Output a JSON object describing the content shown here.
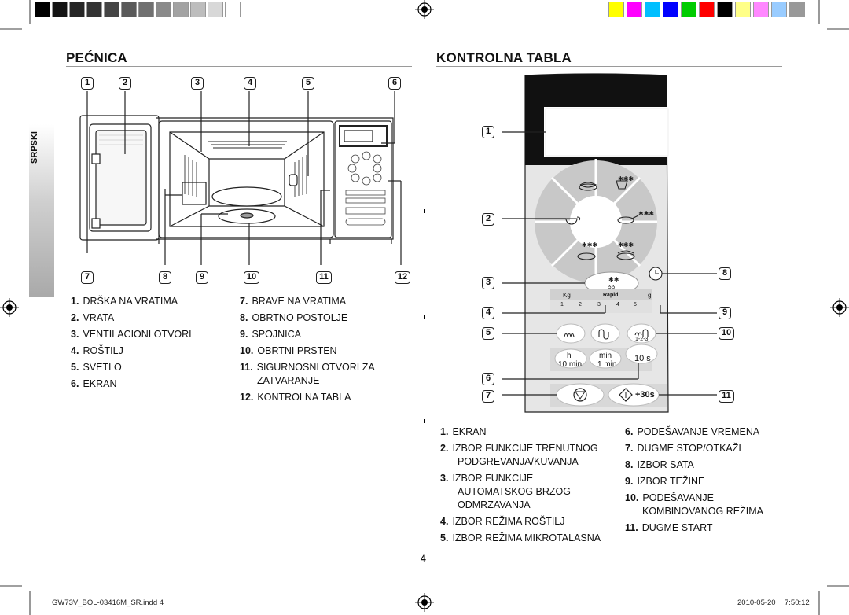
{
  "color_bar_left": [
    "#000000",
    "#141414",
    "#262626",
    "#333333",
    "#454545",
    "#5a5a5a",
    "#707070",
    "#8a8a8a",
    "#a3a3a3",
    "#bdbdbd",
    "#d8d8d8",
    "#ffffff"
  ],
  "color_bar_right": [
    "#ffff00",
    "#ff00ff",
    "#00bfff",
    "#0000ff",
    "#00cc00",
    "#ff0000",
    "#000000",
    "#ffff88",
    "#ff88ff",
    "#99ccff",
    "#999999"
  ],
  "left": {
    "title": "PEĆNICA",
    "top_callouts": [
      "1",
      "2",
      "3",
      "4",
      "5",
      "6"
    ],
    "bottom_callouts": [
      "7",
      "8",
      "9",
      "10",
      "11",
      "12"
    ],
    "legend_col1": [
      {
        "num": "1.",
        "text": "DRŠKA NA VRATIMA"
      },
      {
        "num": "2.",
        "text": "VRATA"
      },
      {
        "num": "3.",
        "text": "VENTILACIONI OTVORI"
      },
      {
        "num": "4.",
        "text": "ROŠTILJ"
      },
      {
        "num": "5.",
        "text": "SVETLO"
      },
      {
        "num": "6.",
        "text": "EKRAN"
      }
    ],
    "legend_col2": [
      {
        "num": "7.",
        "text": "BRAVE NA VRATIMA"
      },
      {
        "num": "8.",
        "text": "OBRTNO POSTOLJE"
      },
      {
        "num": "9.",
        "text": "SPOJNICA"
      },
      {
        "num": "10.",
        "text": "OBRTNI PRSTEN"
      },
      {
        "num": "11.",
        "text": "SIGURNOSNI OTVORI ZA"
      },
      {
        "num": "",
        "text": "ZATVARANJE"
      },
      {
        "num": "12.",
        "text": "KONTROLNA TABLA"
      }
    ]
  },
  "side_tab": "SRPSKI",
  "right": {
    "title": "KONTROLNA TABLA",
    "left_callouts": [
      "1",
      "2",
      "3",
      "4",
      "5",
      "6",
      "7"
    ],
    "right_callouts": [
      "8",
      "9",
      "10",
      "11"
    ],
    "panel": {
      "kg": "Kg",
      "g": "g",
      "rapid": "Rapid",
      "weights": [
        "1",
        "2",
        "3",
        "4",
        "5"
      ],
      "combo": "1-2-3",
      "h": "h",
      "min": "min",
      "ten_min": "10 min",
      "one_min": "1 min",
      "ten_s": "10 s",
      "start": "+30s"
    },
    "legend_col1": [
      {
        "num": "1.",
        "text": "EKRAN"
      },
      {
        "num": "2.",
        "text": "IZBOR FUNKCIJE TRENUTNOG"
      },
      {
        "num": "",
        "text": "PODGREVANJA/KUVANJA"
      },
      {
        "num": "3.",
        "text": "IZBOR FUNKCIJE"
      },
      {
        "num": "",
        "text": "AUTOMATSKOG BRZOG"
      },
      {
        "num": "",
        "text": "ODMRZAVANJA"
      },
      {
        "num": "4.",
        "text": "IZBOR REŽIMA ROŠTILJ"
      },
      {
        "num": "5.",
        "text": "IZBOR REŽIMA MIKROTALASNA"
      }
    ],
    "legend_col2": [
      {
        "num": "6.",
        "text": "PODEŠAVANJE VREMENA"
      },
      {
        "num": "7.",
        "text": "DUGME STOP/OTKAŽI"
      },
      {
        "num": "8.",
        "text": "IZBOR SATA"
      },
      {
        "num": "9.",
        "text": "IZBOR TEŽINE"
      },
      {
        "num": "10.",
        "text": "PODEŠAVANJE"
      },
      {
        "num": "",
        "text": "KOMBINOVANOG REŽIMA"
      },
      {
        "num": "11.",
        "text": "DUGME START"
      }
    ]
  },
  "page_number": "4",
  "footer": {
    "file": "GW73V_BOL-03416M_SR.indd   4",
    "date": "2010-05-20",
    "time": "7:50:12"
  }
}
